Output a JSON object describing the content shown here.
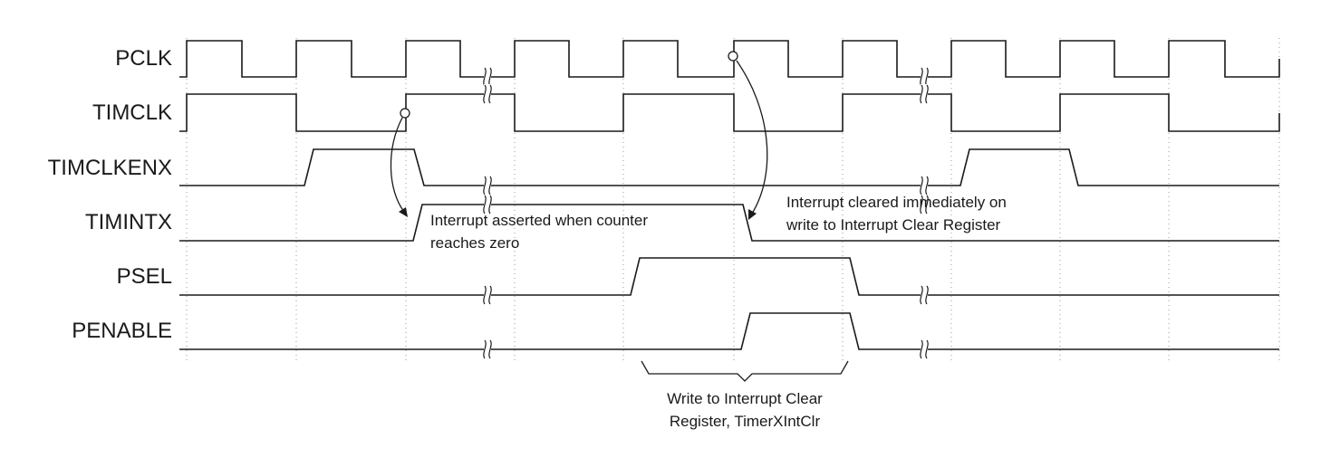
{
  "signals": [
    {
      "name": "PCLK",
      "wave": "clock-full"
    },
    {
      "name": "TIMCLK",
      "wave": "clock-half"
    },
    {
      "name": "TIMCLKENX",
      "wave": "enable-pulses"
    },
    {
      "name": "TIMINTX",
      "wave": "interrupt"
    },
    {
      "name": "PSEL",
      "wave": "select"
    },
    {
      "name": "PENABLE",
      "wave": "enable"
    }
  ],
  "annotations": {
    "asserted": {
      "lines": [
        "Interrupt asserted when counter",
        "reaches zero"
      ]
    },
    "cleared": {
      "lines": [
        "Interrupt cleared immediately on",
        "write to Interrupt Clear Register"
      ]
    },
    "write": {
      "lines": [
        "Write to Interrupt Clear",
        "Register, TimerXIntClr"
      ]
    }
  }
}
